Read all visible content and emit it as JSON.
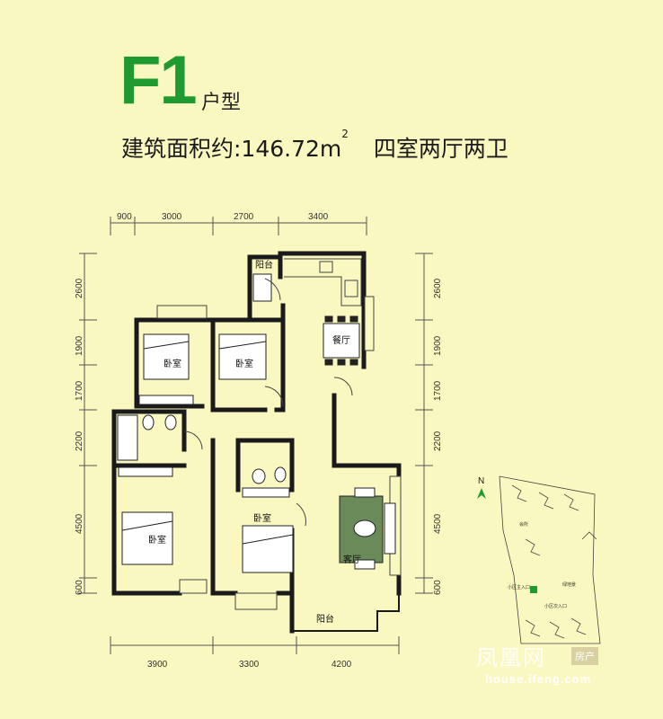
{
  "header": {
    "type_code": "F1",
    "type_suffix": "户型",
    "area_label": "建筑面积约:146.72m",
    "area_sup": "2",
    "rooms": "四室两厅两卫"
  },
  "dimensions": {
    "top": [
      "900",
      "3000",
      "2700",
      "3400"
    ],
    "bottom": [
      "3900",
      "3300",
      "4200"
    ],
    "left": [
      "2600",
      "1900",
      "1700",
      "2200",
      "4500",
      "600"
    ],
    "right": [
      "2600",
      "1900",
      "1700",
      "2200",
      "4500",
      "600"
    ]
  },
  "rooms": {
    "balcony_top": "阳台",
    "dining": "餐厅",
    "bedroom1": "卧室",
    "bedroom2": "卧室",
    "bedroom3": "卧室",
    "bedroom4": "卧室",
    "living": "客厅",
    "balcony_bottom": "阳台"
  },
  "site_map": {
    "north": "N",
    "labels": [
      "小区主入口",
      "小区次入口",
      "会所",
      "绿地景"
    ]
  },
  "watermark": {
    "brand": "凤凰网",
    "tag": "房产",
    "url": "house.ifeng.com"
  },
  "colors": {
    "background": "#f9f8c0",
    "accent_green": "#1f9a30",
    "wall": "#1a1a1a"
  }
}
